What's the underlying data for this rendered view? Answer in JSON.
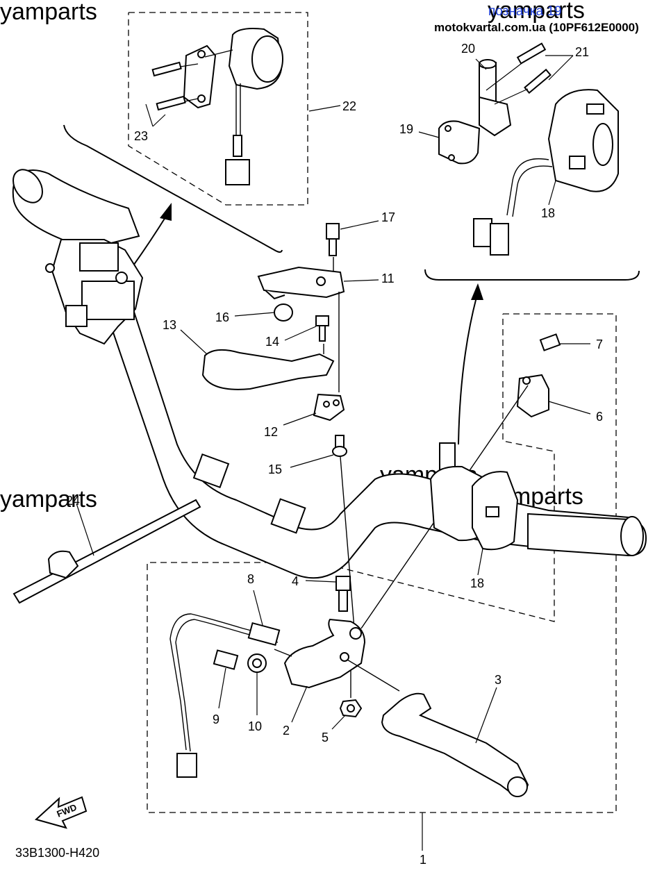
{
  "watermarks": [
    "yamparts",
    "yamparts",
    "yamparts",
    "yamparts",
    "yamparts"
  ],
  "source_marker": "позначка 19",
  "source_line": "motokvartal.com.ua (10PF612E0000)",
  "diagram_code": "33B1300-H420",
  "fwd_label": "FWD",
  "callouts": [
    "1",
    "2",
    "3",
    "4",
    "5",
    "6",
    "7",
    "8",
    "9",
    "10",
    "11",
    "12",
    "13",
    "14",
    "15",
    "16",
    "17",
    "18",
    "18",
    "19",
    "20",
    "21",
    "22",
    "23",
    "24"
  ]
}
